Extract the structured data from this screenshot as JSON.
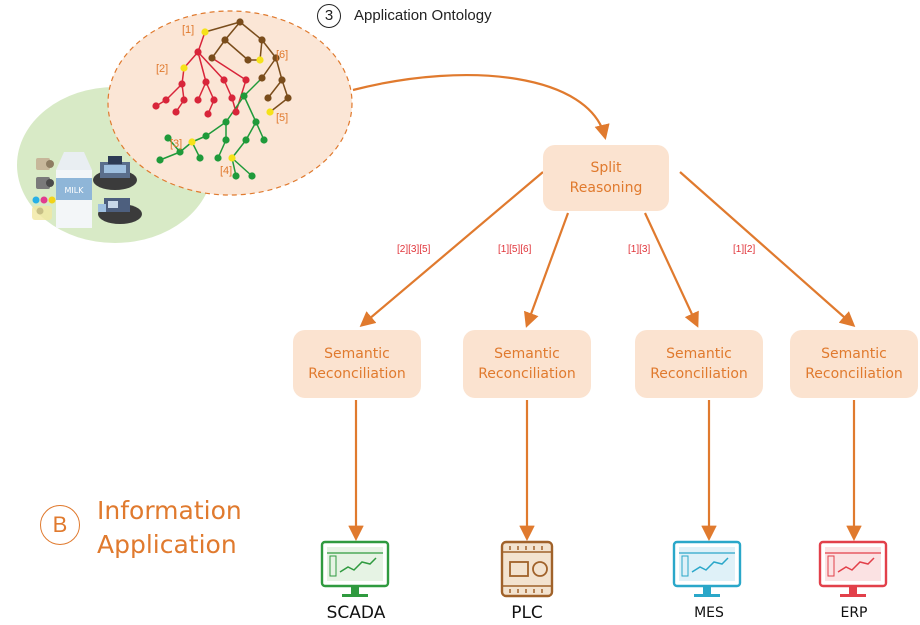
{
  "ontology": {
    "step_number": "3",
    "title": "Application Ontology",
    "tree_labels": [
      "[1]",
      "[2]",
      "[3]",
      "[4]",
      "[5]",
      "[6]"
    ]
  },
  "split_reasoning": {
    "line1": "Split",
    "line2": "Reasoning"
  },
  "branches": [
    {
      "edge_label": "[2][3][5]",
      "box_line1": "Semantic",
      "box_line2": "Reconciliation",
      "device": "SCADA",
      "device_color": "#2f9a3f"
    },
    {
      "edge_label": "[1][5][6]",
      "box_line1": "Semantic",
      "box_line2": "Reconciliation",
      "device": "PLC",
      "device_color": "#a0622a"
    },
    {
      "edge_label": "[1][3]",
      "box_line1": "Semantic",
      "box_line2": "Reconciliation",
      "device": "MES",
      "device_color": "#2aa7c9"
    },
    {
      "edge_label": "[1][2]",
      "box_line1": "Semantic",
      "box_line2": "Reconciliation",
      "device": "ERP",
      "device_color": "#e2404a"
    }
  ],
  "section": {
    "letter": "B",
    "line1": "Information",
    "line2": "Application"
  },
  "colors": {
    "accent": "#e07a2e",
    "box_fill": "#fbe3d0",
    "ellipse_fill": "#fbe6d6",
    "green_blob": "#d8eac6",
    "tree_red": "#d8253a",
    "tree_green": "#1f9a3a",
    "tree_brown": "#7a4d1c",
    "tree_yellow": "#f5e21a"
  }
}
